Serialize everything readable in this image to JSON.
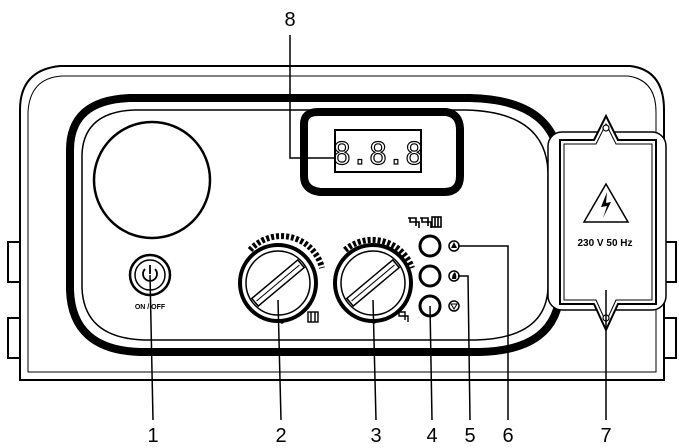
{
  "callouts": [
    "1",
    "2",
    "3",
    "4",
    "5",
    "6",
    "7",
    "8"
  ],
  "power_button": {
    "label": "ON / OFF",
    "icon": "power-icon"
  },
  "display": {
    "digits": "8.8.8",
    "icon": "seven-segment-display"
  },
  "electrical_cover": {
    "rating": "230 V  50 Hz",
    "icon": "high-voltage-warning-icon"
  },
  "knobs": [
    {
      "name": "heating-temperature-knob",
      "icon": "radiator-icon"
    },
    {
      "name": "hot-water-temperature-knob",
      "icon": "tap-icon"
    }
  ],
  "indicator_lamps": [
    {
      "name": "reset-lamp",
      "icon": "flame-warning-icon"
    },
    {
      "name": "flame-lamp",
      "icon": "flame-icon"
    },
    {
      "name": "lockout-lamp",
      "icon": "lockout-icon"
    }
  ],
  "mode_icons": "tap-radiator-mode-icons",
  "colors": {
    "line": "#000000",
    "background": "#ffffff",
    "panel_fill": "#ffffff"
  }
}
